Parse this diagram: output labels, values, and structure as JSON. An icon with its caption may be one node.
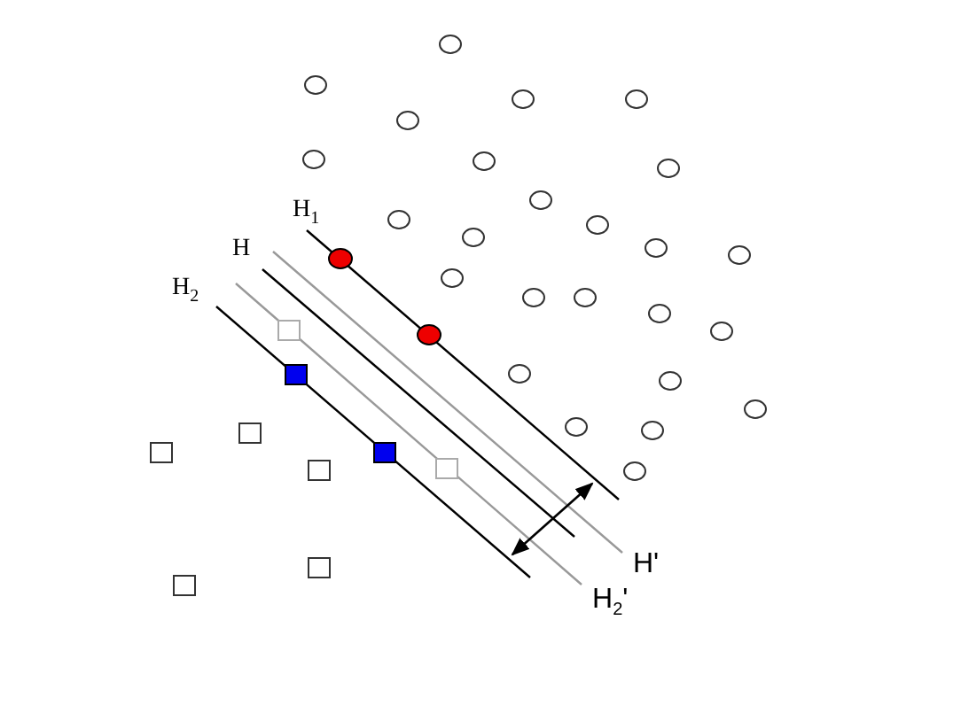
{
  "diagram": {
    "labels": [
      "H$_{1}$",
      "H",
      "H$_{2}$",
      "H'",
      "H$_{2}$'"
    ]
  }
}
